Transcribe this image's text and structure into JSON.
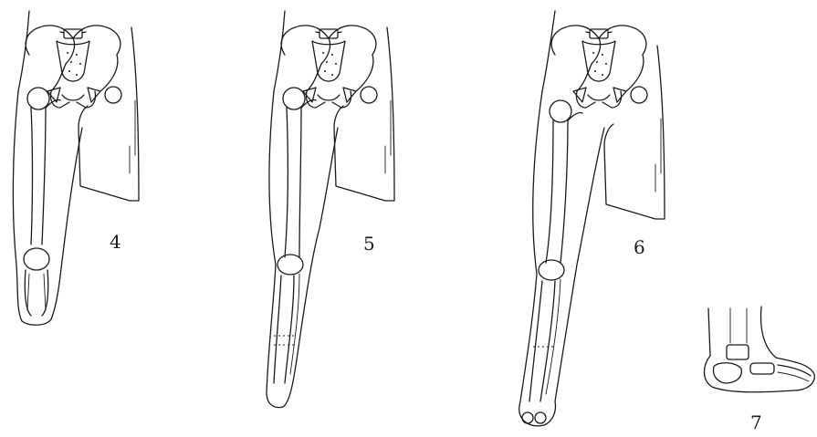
{
  "figures": [
    {
      "label": "4"
    },
    {
      "label": "5"
    },
    {
      "label": "6"
    },
    {
      "label": "7"
    }
  ]
}
